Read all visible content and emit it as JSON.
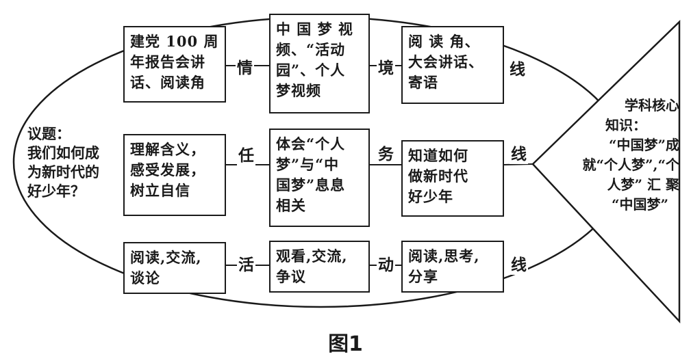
{
  "topic": {
    "label": "议题：",
    "question_lines": [
      "我们如何成",
      "为新时代的",
      "好少年？"
    ]
  },
  "rows": [
    {
      "id": "qingjing",
      "boxes": [
        [
          "建党 100 周",
          "年报告会讲",
          "话、阅读角"
        ],
        [
          "中 国 梦 视",
          "频、“活动",
          "园”、个人",
          "梦视频"
        ],
        [
          "阅 读 角、",
          "大会讲话、",
          "寄语"
        ]
      ],
      "connectors": [
        "情",
        "境"
      ],
      "end": "线"
    },
    {
      "id": "renwu",
      "boxes": [
        [
          "理解含义，",
          "感受发展，",
          "树立自信"
        ],
        [
          "体会“个人",
          "梦”与“中",
          "国梦”息息",
          "相关"
        ],
        [
          "知道如何",
          "做新时代",
          "好少年"
        ]
      ],
      "connectors": [
        "任",
        "务"
      ],
      "end": "线"
    },
    {
      "id": "huodong",
      "boxes": [
        [
          "阅读,交流,",
          "谈论"
        ],
        [
          "观看,交流,",
          "争议"
        ],
        [
          "阅读,思考,",
          "分享"
        ]
      ],
      "connectors": [
        "活",
        "动"
      ],
      "end": "线"
    }
  ],
  "core_knowledge": {
    "lines": [
      "学科核心",
      "知识：",
      "“中国梦”成",
      "就“个人梦”,“个",
      "人梦” 汇 聚",
      "“中国梦”"
    ]
  },
  "figure_label": "图1"
}
